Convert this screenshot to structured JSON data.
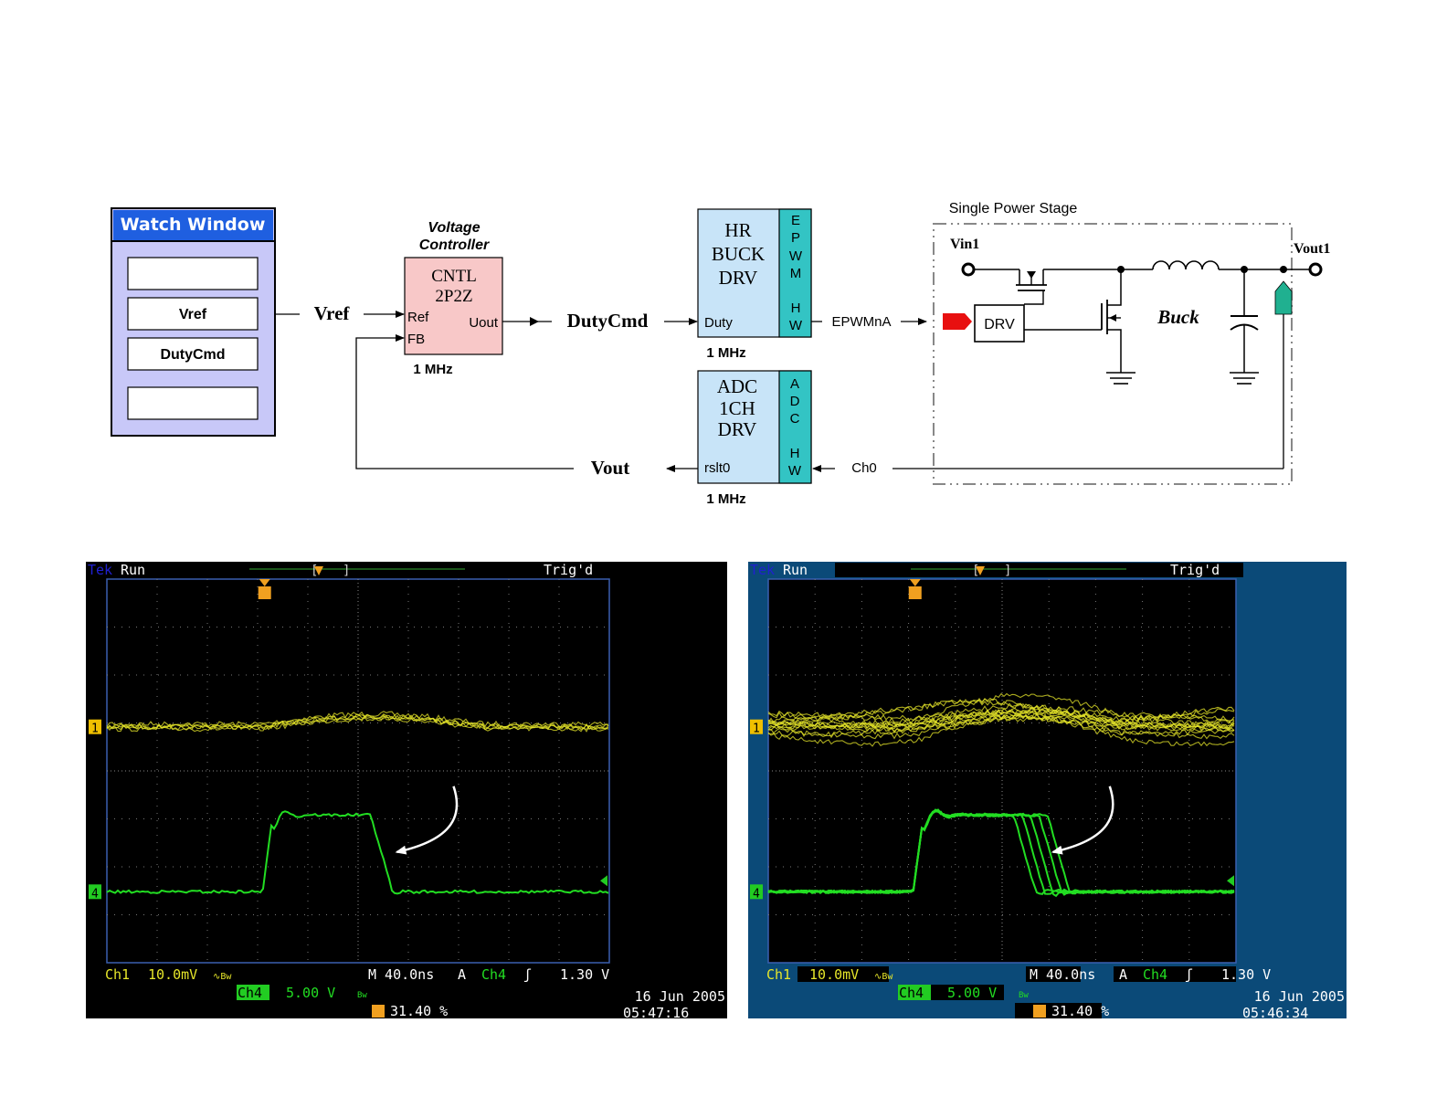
{
  "diagram": {
    "watch_window": {
      "title": "Watch Window",
      "slots": [
        "",
        "Vref",
        "DutyCmd",
        ""
      ]
    },
    "signals": {
      "vref": "Vref",
      "dutycmd": "DutyCmd",
      "vout": "Vout",
      "epwm": "EPWMnA",
      "ch0": "Ch0"
    },
    "controller": {
      "caption_line1": "Voltage",
      "caption_line2": "Controller",
      "name_line1": "CNTL",
      "name_line2": "2P2Z",
      "in_ref": "Ref",
      "in_fb": "FB",
      "out": "Uout",
      "freq": "1 MHz"
    },
    "pwm_driver": {
      "name_lines": [
        "HR",
        "BUCK",
        "DRV"
      ],
      "input": "Duty",
      "hw_letters": [
        "E",
        "P",
        "W",
        "M",
        "H",
        "W"
      ],
      "freq": "1 MHz"
    },
    "adc_driver": {
      "name_lines": [
        "ADC",
        "1CH",
        "DRV"
      ],
      "output": "rslt0",
      "hw_letters": [
        "A",
        "D",
        "C",
        "H",
        "W"
      ],
      "freq": "1 MHz"
    },
    "power_stage": {
      "title": "Single Power Stage",
      "vin": "Vin1",
      "vout": "Vout1",
      "drv": "DRV",
      "label": "Buck"
    },
    "colors": {
      "controller_fill": "#f8c8c8",
      "driver_fill": "#c8e4f8",
      "hw_fill": "#33c4c4",
      "watch_fill": "#c8c8f8",
      "watch_title": "#1f5fe0",
      "pwm_marker": "#e81010",
      "adc_marker": "#20b090"
    }
  },
  "scopes": [
    {
      "theme": "black",
      "header": {
        "brand": "Tek",
        "status": "Run",
        "trig": "Trig'd"
      },
      "ch1_marker": "1",
      "ch4_marker": "4",
      "footer": {
        "ch1": "Ch1",
        "ch1_scale": "10.0mV",
        "ch1_suffix": "∿Bw",
        "timebase": "M 40.0ns",
        "trig_mode": "A",
        "trig_ch": "Ch4",
        "trig_slope": "ʃ",
        "trig_level": "1.30 V",
        "ch4": "Ch4",
        "ch4_scale": "5.00 V",
        "ch4_suffix": "Bw",
        "trig_pos": "31.40 %",
        "date": "16 Jun  2005",
        "time": "05:47:16"
      },
      "traces": {
        "falling_edge_copies": 1,
        "ch1_spread": "narrow"
      },
      "colors": {
        "ch1": "#e6e62a",
        "ch4": "#22dd22",
        "frame": "#000000"
      }
    },
    {
      "theme": "blue",
      "header": {
        "brand": "Tek",
        "status": "Run",
        "trig": "Trig'd"
      },
      "ch1_marker": "1",
      "ch4_marker": "4",
      "footer": {
        "ch1": "Ch1",
        "ch1_scale": "10.0mV",
        "ch1_suffix": "∿Bw",
        "timebase": "M 40.0ns",
        "trig_mode": "A",
        "trig_ch": "Ch4",
        "trig_slope": "ʃ",
        "trig_level": "1.30 V",
        "ch4": "Ch4",
        "ch4_scale": "5.00 V",
        "ch4_suffix": "Bw",
        "trig_pos": "31.40 %",
        "date": "16 Jun  2005",
        "time": "05:46:34"
      },
      "traces": {
        "falling_edge_copies": 5,
        "ch1_spread": "wide"
      },
      "colors": {
        "ch1": "#e6e62a",
        "ch4": "#22dd22",
        "frame": "#0b4a78"
      }
    }
  ]
}
